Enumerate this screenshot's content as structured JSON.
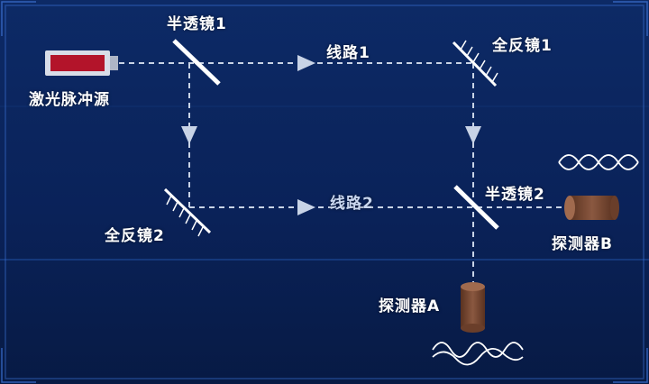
{
  "labels": {
    "laser_source": "激光脉冲源",
    "beam_splitter_1": "半透镜1",
    "path_1": "线路1",
    "full_mirror_1": "全反镜1",
    "full_mirror_2": "全反镜2",
    "path_2": "线路2",
    "beam_splitter_2": "半透镜2",
    "detector_b": "探测器B",
    "detector_a": "探测器A"
  },
  "colors": {
    "background": "#0a1f4a",
    "beam": "#c8d3e6",
    "mirror": "#ffffff",
    "laser_body": "#b3142a",
    "detector": "#7a4a34"
  }
}
